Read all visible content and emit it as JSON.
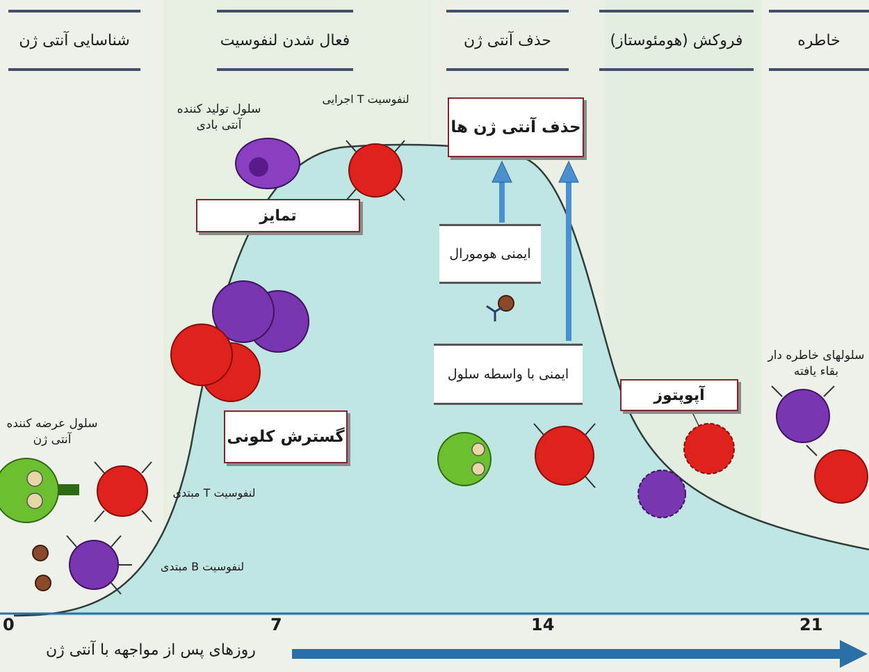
{
  "phases": [
    {
      "label": "شناسایی آنتی ژن"
    },
    {
      "label": "فعال شدن لنفوسیت"
    },
    {
      "label": "حذف آنتی ژن"
    },
    {
      "label": "فروکش (هومئوستاز)"
    },
    {
      "label": "خاطره"
    }
  ],
  "boxes": {
    "differentiation": "تمایز",
    "clonal_expansion": "گسترش کلونی",
    "antigen_elimination": "حذف آنتی ژن ها",
    "humoral_immunity": "ایمنی هومورال",
    "cell_mediated_immunity": "ایمنی با واسطه سلول",
    "apoptosis": "آپوپتوز"
  },
  "labels": {
    "apc": "سلول عرضه کننده آنتی ژن",
    "naive_t": "لنفوسیت T مبتدی",
    "naive_b": "لنفوسیت B مبتدی",
    "antibody_secreting": "سلول تولید کننده آنتی بادی",
    "effector_t": "لنفوسیت T اجرایی",
    "memory_cells": "سلولهای خاطره دار بقاء یافته"
  },
  "axis": {
    "ticks": [
      "0",
      "7",
      "14",
      "21"
    ],
    "title": "روزهای پس از مواجهه با آنتی ژن"
  },
  "colors": {
    "curve_fill": "#bfe6e2",
    "curve_stroke": "#2f3d3a",
    "arrow_blue": "#4a8fd0",
    "axis_blue": "#2a6fa8",
    "t_cell_red": "#e0221c",
    "b_cell_purple": "#7a35b0",
    "apc_green": "#6cbf2e",
    "box_border": "#7a2a2a"
  }
}
